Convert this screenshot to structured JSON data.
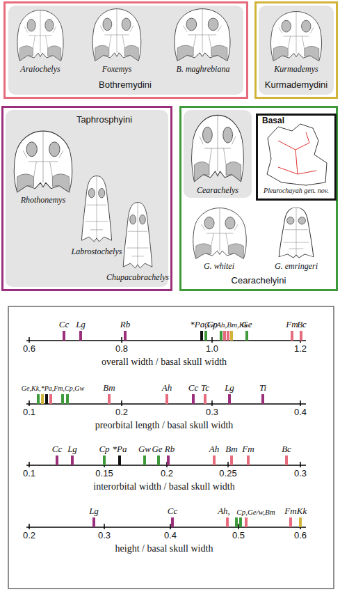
{
  "diagram": {
    "nodes": [
      {
        "text": [
          "Araiochelys",
          "Foxemys",
          "B. maghrebiana",
          "Bothremydini"
        ]
      },
      {
        "text": [
          "Kurmademys",
          "Kurmademydini"
        ]
      },
      {
        "text": [
          "Taphrosphyini",
          "Rhothonemys",
          "Labrostochelys",
          "Chupacabrachelys"
        ]
      },
      {
        "text": [
          "Cearachelys",
          "G. whitei",
          "G. emringeri",
          "Cearachelyini"
        ]
      },
      {
        "text": [
          "Basal",
          "Pleurochayah gen. nov."
        ],
        "in": 3
      }
    ],
    "labels": [
      "Cc",
      "Lg",
      "Rb",
      "*Pa,Cp",
      "Gw,Ah,Bm,Kk",
      "Ge",
      "Fm",
      "Bc",
      "0.6",
      "0.8",
      "1.0",
      "1.2",
      "overall width / basal skull width",
      "Ge,Kk,*Pa,Fm,Cp,Gw",
      "Bm",
      "Ah",
      "Cc",
      "Tc",
      "Lg",
      "Ti",
      "0.1",
      "0.2",
      "0.3",
      "0.4",
      "preorbital length / basal skull width",
      "Cc",
      "Lg",
      "Cp",
      "*Pa",
      "Gw",
      "Ge",
      "Rb",
      "Ah",
      "Bm",
      "Fm",
      "Bc",
      "0.1",
      "0.15",
      "0.2",
      "0.25",
      "0.3",
      "interorbital width / basal skull width",
      "Lg",
      "Cc",
      "Ah,",
      "Cp,Ge/w,Bm",
      "Fm",
      "Kk",
      "0.2",
      "0.3",
      "0.4",
      "0.5",
      "0.6",
      "height / basal skull width"
    ]
  }
}
